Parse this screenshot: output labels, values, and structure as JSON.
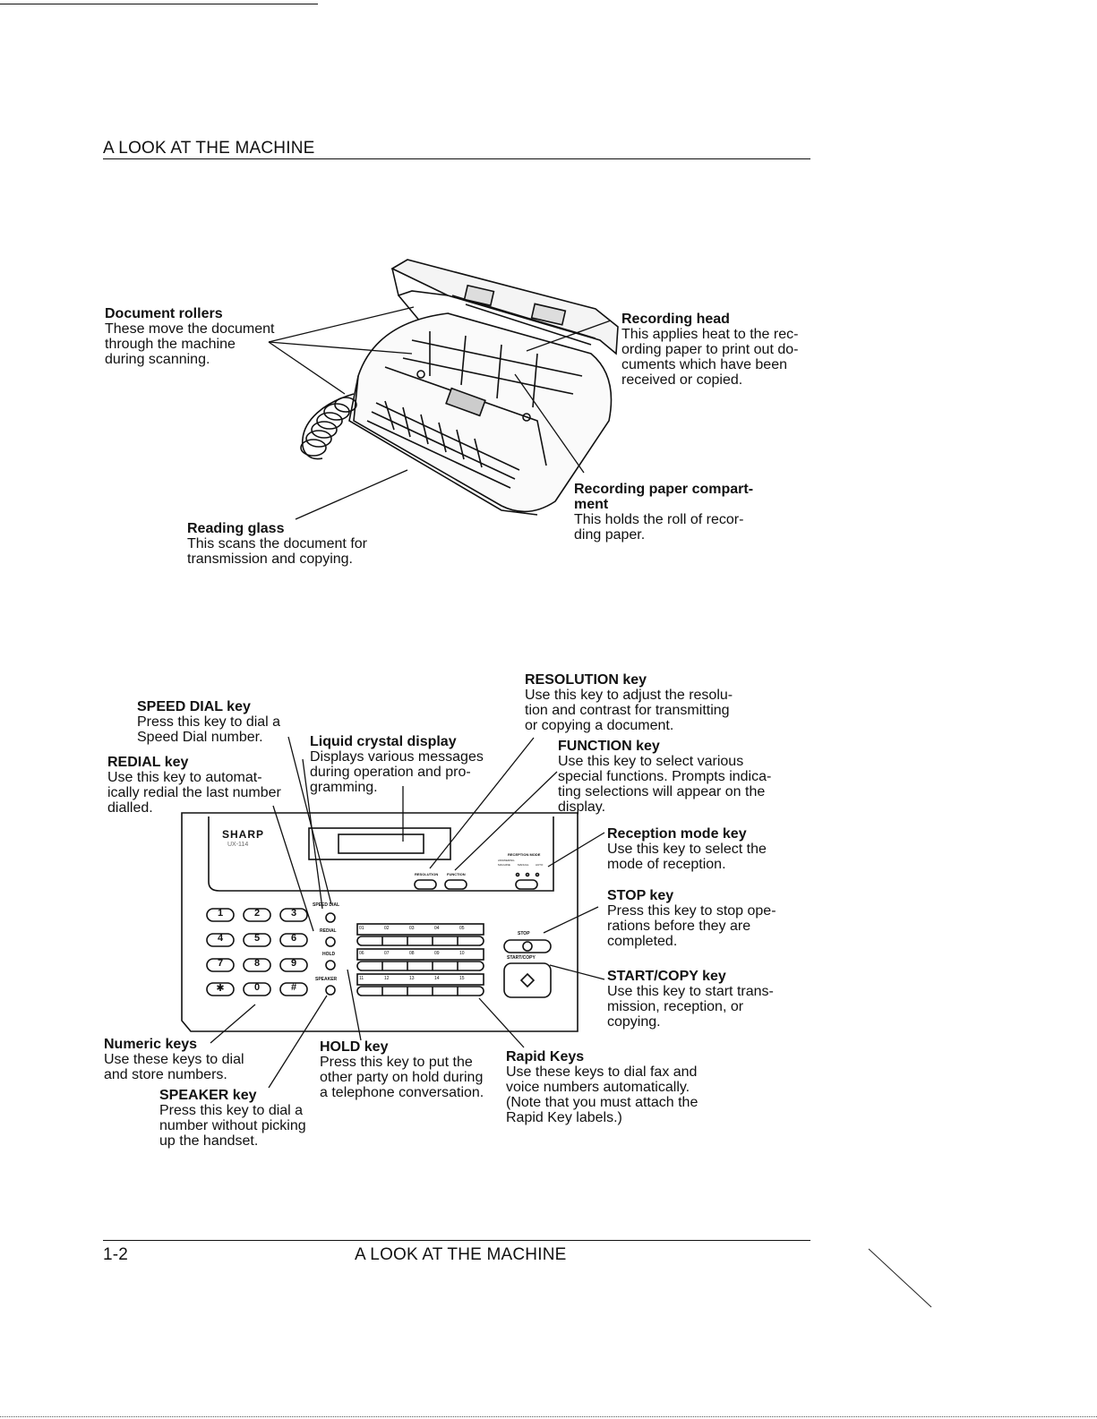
{
  "header": {
    "title": "A LOOK AT THE MACHINE"
  },
  "footer": {
    "page_number": "1-2",
    "title": "A LOOK AT THE MACHINE"
  },
  "machine_callouts": {
    "document_rollers": {
      "title": "Document rollers",
      "desc": "These move the document\nthrough the machine\nduring scanning."
    },
    "recording_head": {
      "title": "Recording head",
      "desc": "This applies heat to the rec-\nording paper to print out do-\ncuments which have been\nreceived or copied."
    },
    "recording_paper": {
      "title": "Recording paper compart-\nment",
      "desc": "This holds the roll of recor-\nding paper."
    },
    "reading_glass": {
      "title": "Reading glass",
      "desc": "This scans the document for\ntransmission and copying."
    }
  },
  "panel_callouts": {
    "resolution": {
      "title": "RESOLUTION key",
      "desc": "Use this key to adjust the resolu-\ntion and contrast for transmitting\nor copying a document."
    },
    "speed_dial": {
      "title": "SPEED DIAL key",
      "desc": "Press this key to dial a\nSpeed Dial number."
    },
    "lcd": {
      "title": "Liquid crystal display",
      "desc": "Displays various messages\nduring operation and pro-\ngramming."
    },
    "function": {
      "title": "FUNCTION key",
      "desc": "Use this key to select various\nspecial functions. Prompts indica-\nting selections will appear on the\ndisplay."
    },
    "redial": {
      "title": "REDIAL key",
      "desc": "Use this key to automat-\nically redial the last number\ndialled."
    },
    "reception_mode": {
      "title": "Reception mode key",
      "desc": "Use this key to select the\nmode of reception."
    },
    "stop": {
      "title": "STOP key",
      "desc": "Press this key to stop ope-\nrations before they are\ncompleted."
    },
    "start_copy": {
      "title": "START/COPY key",
      "desc": "Use this key to start trans-\nmission, reception, or\ncopying."
    },
    "numeric": {
      "title": "Numeric keys",
      "desc": "Use these keys to dial\nand store numbers."
    },
    "hold": {
      "title": "HOLD key",
      "desc": "Press this key to put the\nother party on hold during\na telephone conversation."
    },
    "rapid": {
      "title": "Rapid Keys",
      "desc": "Use these keys to dial fax and\nvoice numbers automatically.\n(Note that you must attach the\nRapid Key labels.)"
    },
    "speaker": {
      "title": "SPEAKER key",
      "desc": "Press this key to dial a\nnumber without picking\nup the handset."
    }
  },
  "panel": {
    "brand": "SHARP",
    "model": "UX-114",
    "labels": {
      "speed_dial": "SPEED DIAL",
      "redial": "REDIAL",
      "hold": "HOLD",
      "speaker": "SPEAKER",
      "resolution": "RESOLUTION",
      "function": "FUNCTION",
      "reception_mode": "RECEPTION MODE",
      "answering": "ANSWERING",
      "manual": "MACHINE",
      "manual2": "MANUAL",
      "auto": "AUTO",
      "stop": "STOP",
      "start_copy": "START/COPY"
    },
    "numeric_keys": [
      "1",
      "2",
      "3",
      "4",
      "5",
      "6",
      "7",
      "8",
      "9",
      "✱",
      "0",
      "#"
    ],
    "rapid_keys": [
      "01",
      "02",
      "03",
      "04",
      "05",
      "06",
      "07",
      "08",
      "09",
      "10",
      "11",
      "12",
      "13",
      "14",
      "15"
    ]
  }
}
